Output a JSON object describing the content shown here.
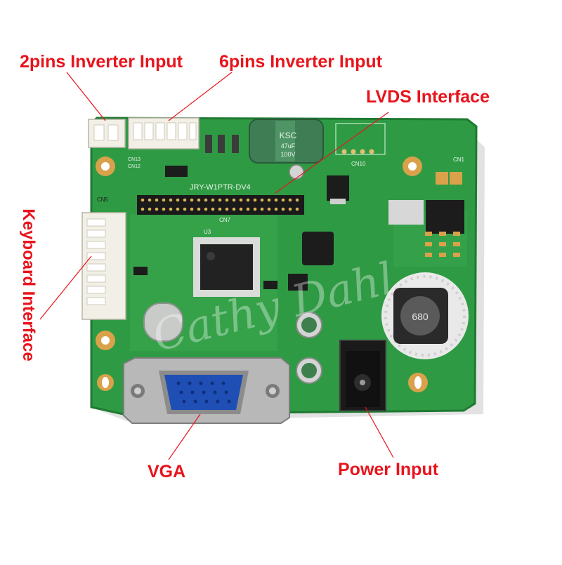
{
  "callouts": {
    "two_pin_inverter": "2pins Inverter Input",
    "six_pin_inverter": "6pins Inverter Input",
    "lvds": "LVDS Interface",
    "keyboard": "Keyboard Interface",
    "vga": "VGA",
    "power": "Power Input"
  },
  "board": {
    "model": "JRY-W1PTR-DV4",
    "capacitor_brand": "KSC",
    "capacitor_rating": "47uF",
    "capacitor_voltage": "100V",
    "inductor_code": "680",
    "connectors": {
      "cn1": "CN1",
      "cn5": "CN5",
      "cn7": "CN7",
      "cn10": "CN10",
      "cn12": "CN12",
      "cn13": "CN13"
    },
    "chip_label": "U3"
  },
  "watermark": "Cathy Dahl",
  "colors": {
    "pcb": "#2f9a44",
    "pcb_edge": "#1f7a32",
    "callout": "#e8141c",
    "vga_blue": "#1f4fb5"
  }
}
